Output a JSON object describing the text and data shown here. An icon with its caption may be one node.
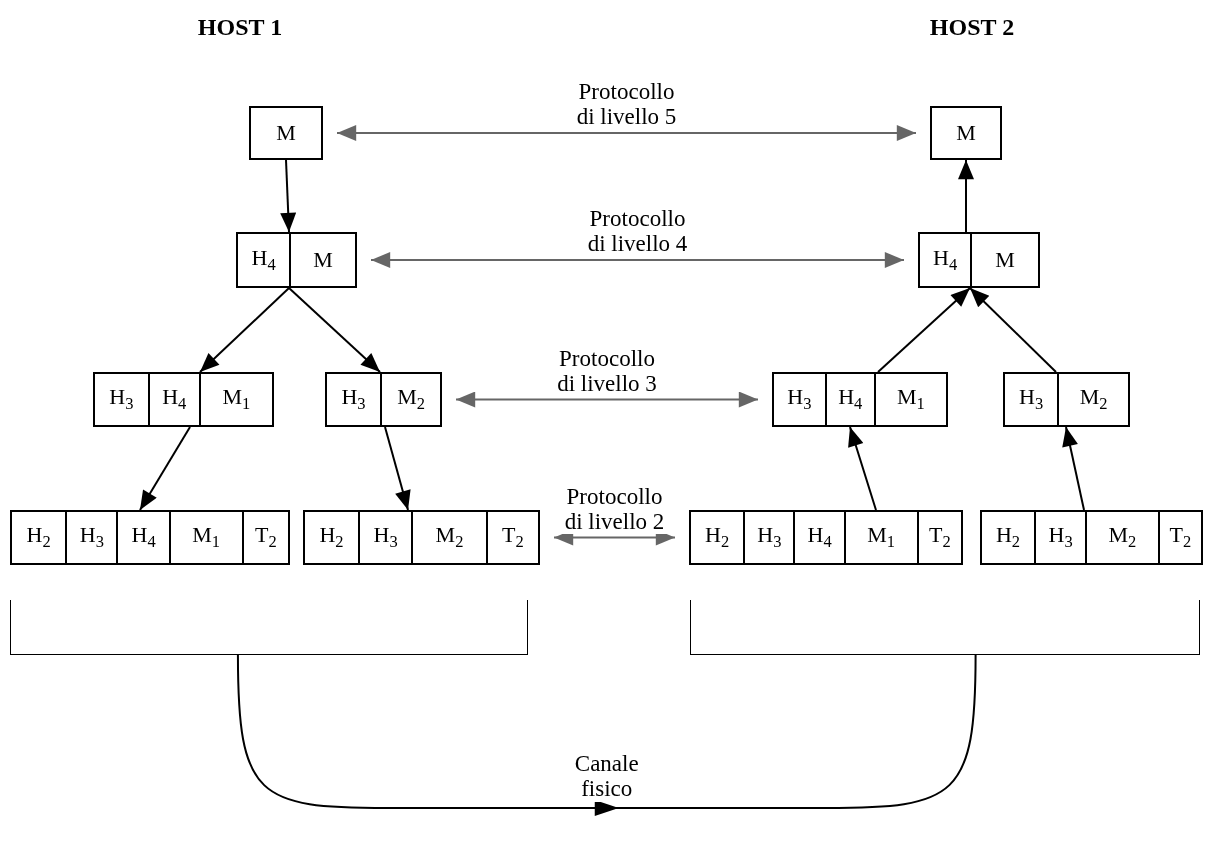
{
  "diagram": {
    "nodes": [
      {
        "text": [
          "M"
        ]
      },
      {
        "text": [
          "M"
        ]
      },
      {
        "text": [
          "H$_{4}$",
          "M"
        ]
      },
      {
        "text": [
          "H$_{4}$",
          "M"
        ]
      },
      {
        "text": [
          "H$_{3}$",
          "H$_{4}$",
          "M$_{1}$"
        ]
      },
      {
        "text": [
          "H$_{3}$",
          "M$_{2}$"
        ]
      },
      {
        "text": [
          "H$_{3}$",
          "H$_{4}$",
          "M$_{1}$"
        ]
      },
      {
        "text": [
          "H$_{3}$",
          "M$_{2}$"
        ]
      },
      {
        "text": [
          "H$_{2}$",
          "H$_{3}$",
          "H$_{4}$",
          "M$_{1}$",
          "T$_{2}$"
        ]
      },
      {
        "text": [
          "H$_{2}$",
          "H$_{3}$",
          "M$_{2}$",
          "T$_{2}$"
        ]
      },
      {
        "text": [
          "H$_{2}$",
          "H$_{3}$",
          "H$_{4}$",
          "M$_{1}$",
          "T$_{2}$"
        ]
      },
      {
        "text": [
          "H$_{2}$",
          "H$_{3}$",
          "M$_{2}$",
          "T$_{2}$"
        ]
      },
      {
        "text": [],
        "shape": "bracket"
      },
      {
        "text": [],
        "shape": "bracket"
      }
    ],
    "edges": [
      {
        "from": 0,
        "to": 2,
        "arrow": "to"
      },
      {
        "from": 3,
        "to": 1,
        "arrow": "to"
      },
      {
        "from": 2,
        "to": 4,
        "arrow": "to"
      },
      {
        "from": 2,
        "to": 5,
        "arrow": "to"
      },
      {
        "from": 6,
        "to": 3,
        "arrow": "to"
      },
      {
        "from": 7,
        "to": 3,
        "arrow": "to"
      },
      {
        "from": 4,
        "to": 8,
        "arrow": "to"
      },
      {
        "from": 5,
        "to": 9,
        "arrow": "to"
      },
      {
        "from": 10,
        "to": 6,
        "arrow": "to"
      },
      {
        "from": 11,
        "to": 7,
        "arrow": "to"
      },
      {
        "from": 0,
        "to": 1,
        "arrow": "both",
        "label": "Protocollo di livello 5",
        "color": "#666666"
      },
      {
        "from": 2,
        "to": 3,
        "arrow": "both",
        "label": "Protocollo di livello 4",
        "color": "#666666"
      },
      {
        "from": 5,
        "to": 6,
        "arrow": "both",
        "label": "Protocollo di livello 3",
        "color": "#666666"
      },
      {
        "from": 9,
        "to": 10,
        "arrow": "both",
        "label": "Protocollo di livello 2",
        "color": "#666666"
      },
      {
        "from": 12,
        "to": 13,
        "arrow": "to",
        "label": "Canale fisico"
      }
    ],
    "labels": [
      "HOST 1",
      "HOST 2"
    ]
  }
}
